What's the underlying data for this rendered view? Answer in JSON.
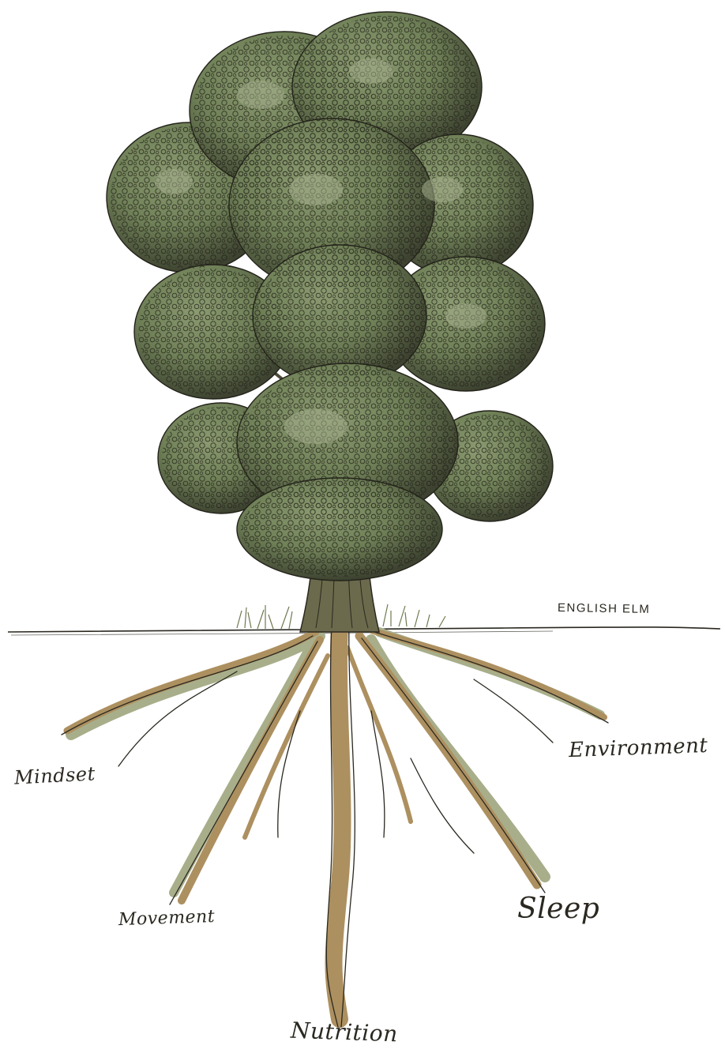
{
  "diagram": {
    "tree_label": "ENGLISH ELM",
    "roots": [
      {
        "label": "Mindset"
      },
      {
        "label": "Environment"
      },
      {
        "label": "Movement"
      },
      {
        "label": "Sleep"
      },
      {
        "label": "Nutrition"
      }
    ]
  },
  "colors": {
    "foliage_dark": "#2c2b20",
    "foliage_green": "#6f8057",
    "foliage_light": "#a3ad8b",
    "root_tan": "#ad9060",
    "root_sage": "#a8ae8a",
    "ink": "#2a2820",
    "grass": "#8c9a6a"
  }
}
